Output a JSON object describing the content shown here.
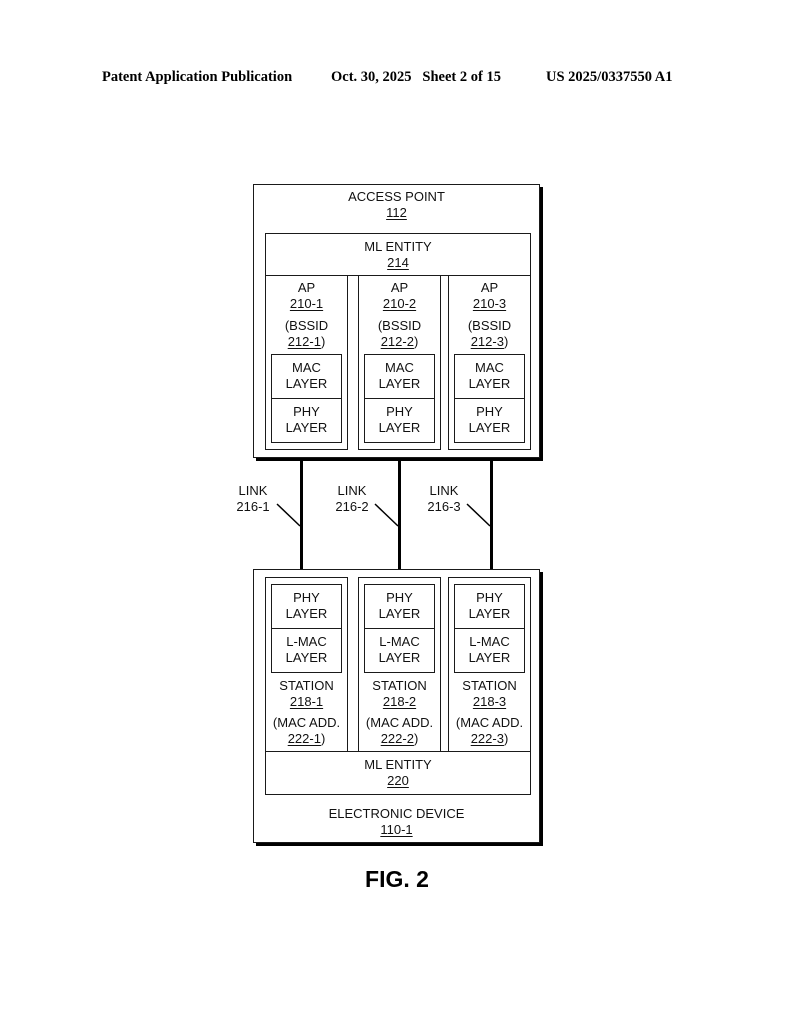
{
  "header": {
    "publication": "Patent Application Publication",
    "date_sheet": "Oct. 30, 2025   Sheet 2 of 15",
    "pub_number": "US 2025/0337550 A1"
  },
  "access_point": {
    "title": "ACCESS POINT",
    "ref": "112",
    "ml_entity": {
      "title": "ML ENTITY",
      "ref": "214"
    },
    "aps": [
      {
        "title": "AP",
        "ref": "210-1",
        "bssid_label": "(BSSID",
        "bssid_ref": "212-1",
        "bssid_close": ")",
        "mac_layer": [
          "MAC",
          "LAYER"
        ],
        "phy_layer": [
          "PHY",
          "LAYER"
        ]
      },
      {
        "title": "AP",
        "ref": "210-2",
        "bssid_label": "(BSSID",
        "bssid_ref": "212-2",
        "bssid_close": ")",
        "mac_layer": [
          "MAC",
          "LAYER"
        ],
        "phy_layer": [
          "PHY",
          "LAYER"
        ]
      },
      {
        "title": "AP",
        "ref": "210-3",
        "bssid_label": "(BSSID",
        "bssid_ref": "212-3",
        "bssid_close": ")",
        "mac_layer": [
          "MAC",
          "LAYER"
        ],
        "phy_layer": [
          "PHY",
          "LAYER"
        ]
      }
    ]
  },
  "links": [
    {
      "title": "LINK",
      "ref": "216-1"
    },
    {
      "title": "LINK",
      "ref": "216-2"
    },
    {
      "title": "LINK",
      "ref": "216-3"
    }
  ],
  "electronic_device": {
    "title": "ELECTRONIC DEVICE",
    "ref": "110-1",
    "ml_entity": {
      "title": "ML ENTITY",
      "ref": "220"
    },
    "stations": [
      {
        "phy_layer": [
          "PHY",
          "LAYER"
        ],
        "lmac_layer": [
          "L-MAC",
          "LAYER"
        ],
        "title": "STATION",
        "ref": "218-1",
        "mac_label": "(MAC ADD.",
        "mac_ref": "222-1",
        "mac_close": ")"
      },
      {
        "phy_layer": [
          "PHY",
          "LAYER"
        ],
        "lmac_layer": [
          "L-MAC",
          "LAYER"
        ],
        "title": "STATION",
        "ref": "218-2",
        "mac_label": "(MAC ADD.",
        "mac_ref": "222-2",
        "mac_close": ")"
      },
      {
        "phy_layer": [
          "PHY",
          "LAYER"
        ],
        "lmac_layer": [
          "L-MAC",
          "LAYER"
        ],
        "title": "STATION",
        "ref": "218-3",
        "mac_label": "(MAC ADD.",
        "mac_ref": "222-3",
        "mac_close": ")"
      }
    ]
  },
  "figure_label": "FIG. 2"
}
